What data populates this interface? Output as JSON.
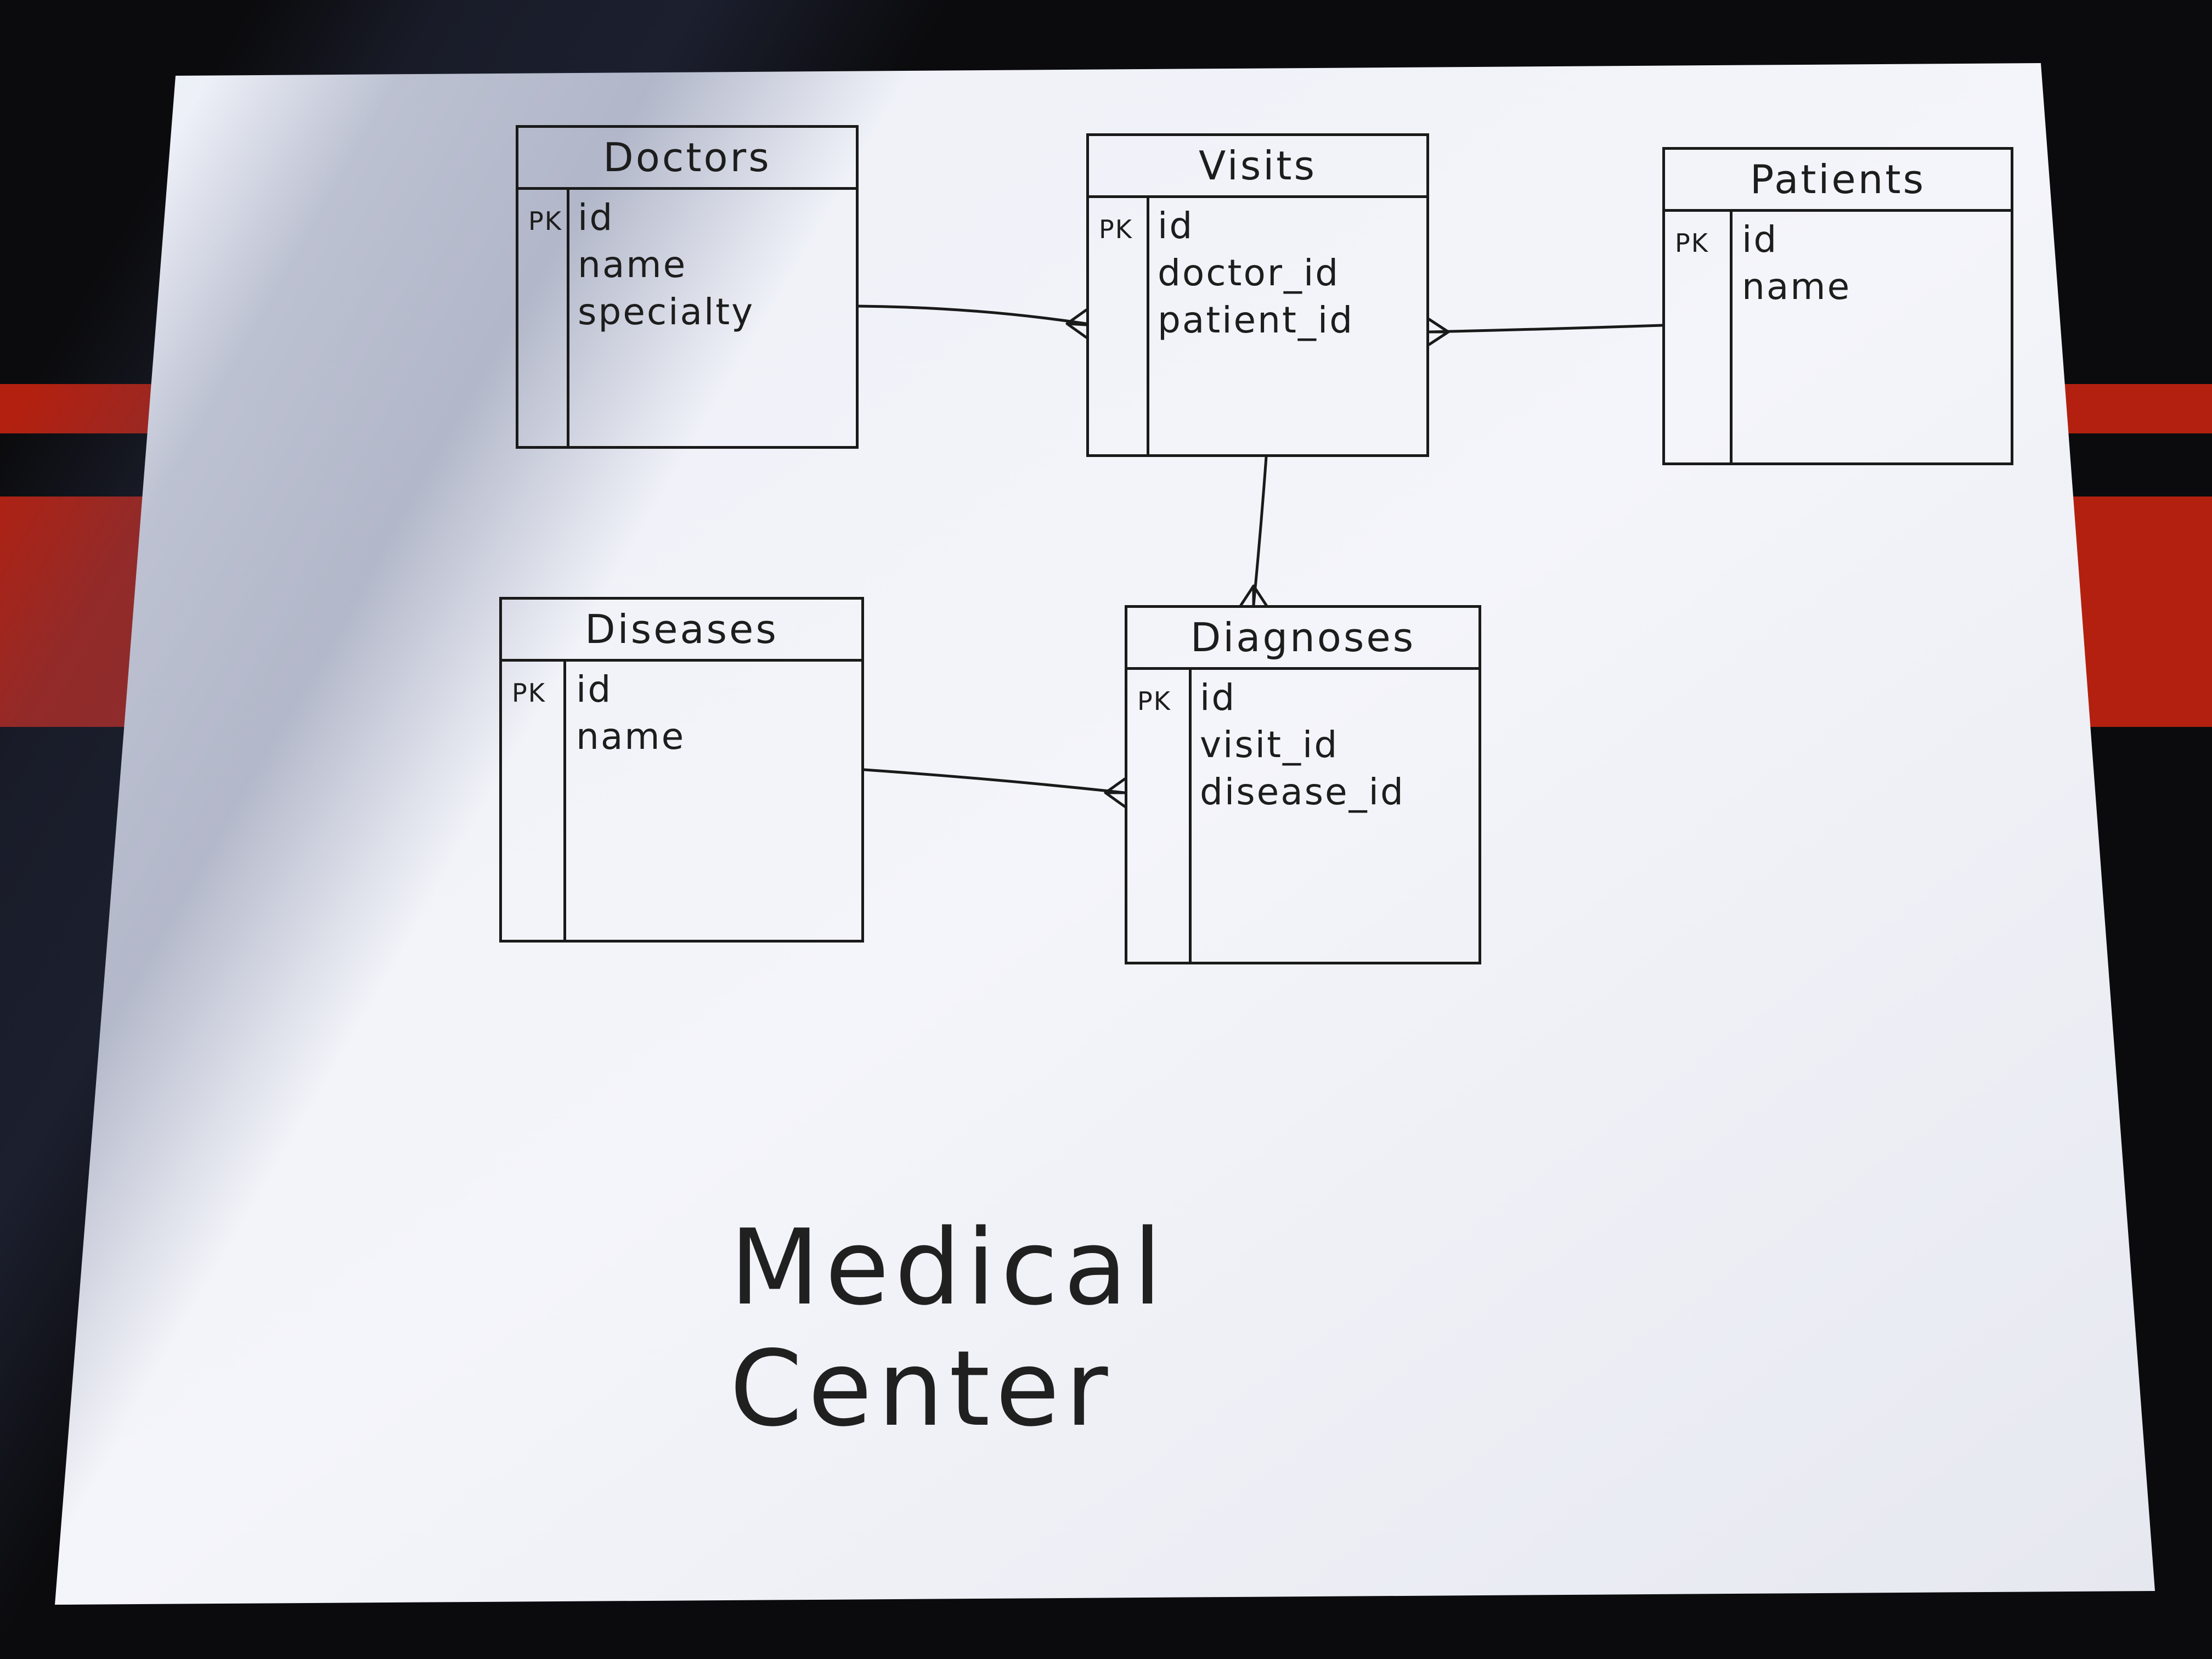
{
  "diagram_title": "Medical Center",
  "entities": {
    "doctors": {
      "name": "Doctors",
      "pk_label": "PK",
      "fields": [
        "id",
        "name",
        "specialty"
      ]
    },
    "visits": {
      "name": "Visits",
      "pk_label": "PK",
      "fields": [
        "id",
        "doctor_id",
        "patient_id"
      ]
    },
    "patients": {
      "name": "Patients",
      "pk_label": "PK",
      "fields": [
        "id",
        "name"
      ]
    },
    "diseases": {
      "name": "Diseases",
      "pk_label": "PK",
      "fields": [
        "id",
        "name"
      ]
    },
    "diagnoses": {
      "name": "Diagnoses",
      "pk_label": "PK",
      "fields": [
        "id",
        "visit_id",
        "disease_id"
      ]
    }
  },
  "relationships": [
    {
      "from": "doctors",
      "to": "visits",
      "type": "one-to-many"
    },
    {
      "from": "patients",
      "to": "visits",
      "type": "one-to-many"
    },
    {
      "from": "visits",
      "to": "diagnoses",
      "type": "one-to-many"
    },
    {
      "from": "diseases",
      "to": "diagnoses",
      "type": "one-to-many"
    }
  ],
  "colors": {
    "ink": "#1a1a1a",
    "paper": "#f2f3f8",
    "mat_red": "#b3200f",
    "mat_black": "#0b0b0d"
  }
}
